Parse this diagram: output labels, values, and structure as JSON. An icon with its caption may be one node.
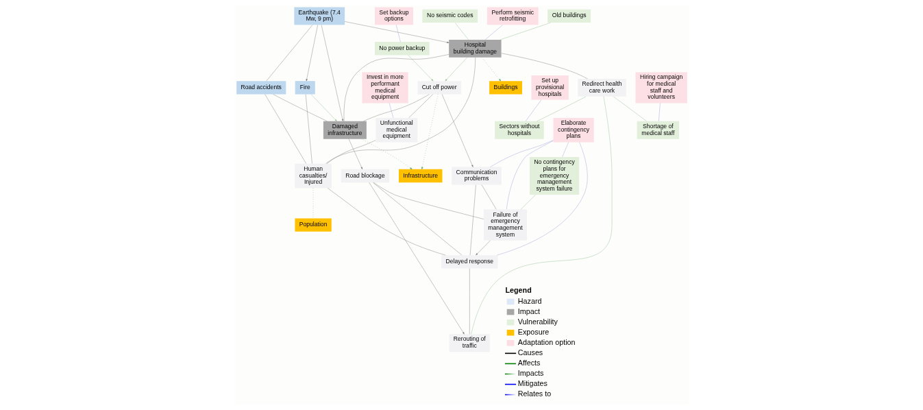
{
  "diagram": {
    "nodes": [
      {
        "text": [
          "Earthquake (7.4 Mw, 9 pm)"
        ]
      },
      {
        "text": [
          "Old buildings"
        ]
      },
      {
        "text": [
          "No seismic codes"
        ]
      },
      {
        "text": [
          "Perform seismic retrofitting"
        ]
      },
      {
        "text": [
          "Road accidents"
        ]
      },
      {
        "text": [
          "Hospital building damage"
        ]
      },
      {
        "text": [
          "Fire"
        ]
      },
      {
        "text": [
          "Buildings"
        ]
      },
      {
        "text": [
          "No power backup"
        ]
      },
      {
        "text": [
          "Set backup options"
        ]
      },
      {
        "text": [
          "Cut off power"
        ]
      },
      {
        "text": [
          "Damaged infrastructure"
        ]
      },
      {
        "text": [
          "Infrastructure"
        ]
      },
      {
        "text": [
          "Invest in more performant medical equipment"
        ]
      },
      {
        "text": [
          "Communication problems"
        ]
      },
      {
        "text": [
          "Unfunctional medical equipment"
        ]
      },
      {
        "text": [
          "Human casualties/ Injured"
        ]
      },
      {
        "text": [
          "Redirect health care work"
        ]
      },
      {
        "text": [
          "Road blockage"
        ]
      },
      {
        "text": [
          "No contingency plans for emergency management system failure"
        ]
      },
      {
        "text": [
          "Failure of emergency management system"
        ]
      },
      {
        "text": [
          "Sectors without hospitals"
        ]
      },
      {
        "text": [
          "Set up provisional hospitals"
        ]
      },
      {
        "text": [
          "Shortage of medical staff"
        ]
      },
      {
        "text": [
          "Hiring campaign for medical staff and volunteers"
        ]
      },
      {
        "text": [
          "Delayed response"
        ]
      },
      {
        "text": [
          "Rerouting of traffic"
        ]
      },
      {
        "text": [
          "Elaborate contingency plans"
        ]
      },
      {
        "text": [
          "Population"
        ]
      }
    ],
    "edges": [
      {
        "from": 0,
        "to": 5,
        "arrow": "to"
      },
      {
        "from": 0,
        "to": 6,
        "arrow": "to"
      },
      {
        "from": 0,
        "to": 11,
        "arrow": "to"
      },
      {
        "from": 0,
        "to": 4,
        "arrow": "none"
      },
      {
        "from": 5,
        "to": 7,
        "arrow": "to",
        "style": "dashed",
        "color": "#66aa66"
      },
      {
        "from": 1,
        "to": 5,
        "arrow": "none",
        "color": "#8fbc8f"
      },
      {
        "from": 2,
        "to": 5,
        "arrow": "none",
        "color": "#8fbc8f"
      },
      {
        "from": 3,
        "to": 5,
        "arrow": "none",
        "color": "#9999dd"
      },
      {
        "from": 4,
        "to": 16,
        "arrow": "none"
      },
      {
        "from": 4,
        "to": 11,
        "arrow": "none"
      },
      {
        "from": 5,
        "to": 10,
        "arrow": "to",
        "color": "#8fbc8f"
      },
      {
        "from": 5,
        "to": 16,
        "arrow": "none"
      },
      {
        "from": 5,
        "to": 17,
        "arrow": "none"
      },
      {
        "from": 5,
        "to": 11,
        "arrow": "none"
      },
      {
        "from": 6,
        "to": 11,
        "arrow": "to",
        "color": "#8fbc8f"
      },
      {
        "from": 6,
        "to": 16,
        "arrow": "none"
      },
      {
        "from": 8,
        "to": 10,
        "arrow": "to",
        "color": "#8fbc8f"
      },
      {
        "from": 9,
        "to": 8,
        "arrow": "none",
        "color": "#9999dd"
      },
      {
        "from": 10,
        "to": 14,
        "arrow": "to"
      },
      {
        "from": 10,
        "to": 15,
        "arrow": "none"
      },
      {
        "from": 10,
        "to": 11,
        "arrow": "none"
      },
      {
        "from": 10,
        "to": 12,
        "arrow": "to",
        "style": "dashed",
        "color": "#66aa66"
      },
      {
        "from": 11,
        "to": 18,
        "arrow": "to"
      },
      {
        "from": 11,
        "to": 12,
        "arrow": "to",
        "style": "dashed",
        "color": "#66aa66"
      },
      {
        "from": 13,
        "to": 15,
        "arrow": "none",
        "color": "#9999dd"
      },
      {
        "from": 14,
        "to": 20,
        "arrow": "none"
      },
      {
        "from": 14,
        "to": 25,
        "arrow": "none"
      },
      {
        "from": 27,
        "to": 14,
        "arrow": "none",
        "color": "#9999dd"
      },
      {
        "from": 15,
        "to": 16,
        "arrow": "none"
      },
      {
        "from": 16,
        "to": 28,
        "arrow": "none",
        "style": "dashed",
        "color": "#66aa66"
      },
      {
        "from": 16,
        "to": 25,
        "arrow": "none"
      },
      {
        "from": 17,
        "to": 21,
        "arrow": "none",
        "color": "#8fbc8f"
      },
      {
        "from": 17,
        "to": 23,
        "arrow": "none",
        "color": "#8fbc8f"
      },
      {
        "from": 17,
        "to": 26,
        "arrow": "none",
        "color": "#8fbc8f"
      },
      {
        "from": 18,
        "to": 26,
        "arrow": "to"
      },
      {
        "from": 18,
        "to": 25,
        "arrow": "none"
      },
      {
        "from": 18,
        "to": 20,
        "arrow": "none"
      },
      {
        "from": 19,
        "to": 20,
        "arrow": "none",
        "color": "#8fbc8f"
      },
      {
        "from": 27,
        "to": 19,
        "arrow": "none",
        "color": "#9999dd"
      },
      {
        "from": 20,
        "to": 25,
        "arrow": "to"
      },
      {
        "from": 27,
        "to": 20,
        "arrow": "none",
        "color": "#9999dd"
      },
      {
        "from": 27,
        "to": 25,
        "arrow": "none",
        "color": "#9999dd"
      },
      {
        "from": 22,
        "to": 21,
        "arrow": "none",
        "color": "#9999dd"
      },
      {
        "from": 24,
        "to": 23,
        "arrow": "none",
        "color": "#9999dd"
      },
      {
        "from": 25,
        "to": 26,
        "arrow": "none"
      }
    ],
    "labels": [
      "Legend"
    ],
    "legend": [
      {
        "text": "Hazard",
        "color": "#dce8f7"
      },
      {
        "text": "Impact",
        "color": "#a6a6a6"
      },
      {
        "text": "Vulnerability",
        "color": "#e2efda"
      },
      {
        "text": "Exposure",
        "color": "#ffc000"
      },
      {
        "text": "Adaptation option",
        "color": "#fcdde4"
      },
      {
        "text": "Causes"
      },
      {
        "text": "Affects"
      },
      {
        "text": "Impacts"
      },
      {
        "text": "Mitigates"
      },
      {
        "text": "Relates to"
      }
    ]
  }
}
